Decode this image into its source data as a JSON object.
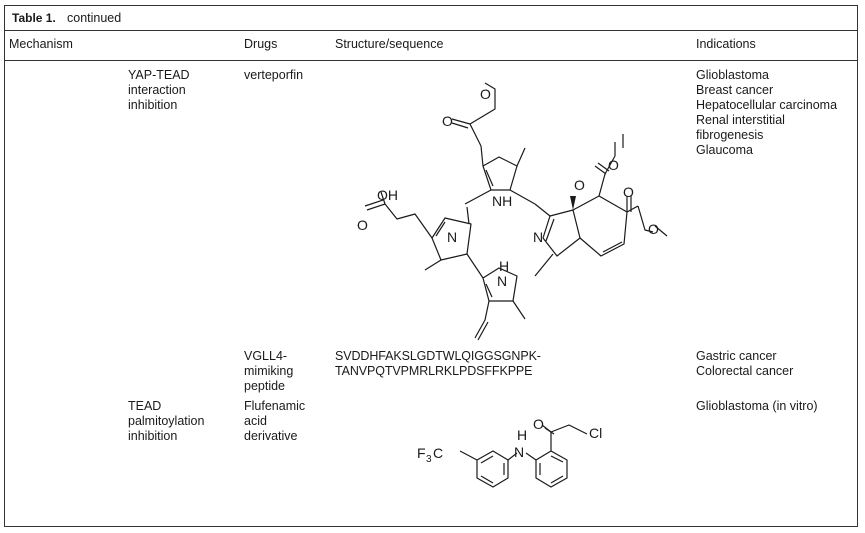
{
  "caption": {
    "label": "Table 1.",
    "continued": "continued"
  },
  "headers": {
    "mechanism": "Mechanism",
    "drugs": "Drugs",
    "structure": "Structure/sequence",
    "indications": "Indications"
  },
  "rows": [
    {
      "mechanism_lines": [
        "YAP-TEAD",
        "interaction",
        "inhibition"
      ],
      "drug_lines": [
        "verteporfin"
      ],
      "structure_labels": [
        "O",
        "O",
        "OH",
        "O",
        "O",
        "O",
        "O",
        "O",
        "N",
        "N",
        "NH",
        "H",
        "N"
      ],
      "indications": [
        "Glioblastoma",
        "Breast cancer",
        "Hepatocellular carcinoma",
        "Renal interstitial",
        "fibrogenesis",
        "Glaucoma"
      ]
    },
    {
      "drug_lines": [
        "VGLL4-",
        "mimiking",
        "peptide"
      ],
      "sequence_lines": [
        "SVDDHFAKSLGDTWLQIGGSGNPK-",
        "TANVPQTVPMRLRKLPDSFFKPPE"
      ],
      "indications": [
        "Gastric cancer",
        "Colorectal cancer"
      ]
    },
    {
      "mechanism_lines": [
        "TEAD",
        "palmitoylation",
        "inhibition"
      ],
      "drug_lines": [
        "Flufenamic",
        "acid",
        "derivative"
      ],
      "structure_labels": [
        "O",
        "Cl",
        "H",
        "N",
        "F",
        "3",
        "C"
      ],
      "indications": [
        "Glioblastoma (in vitro)"
      ]
    }
  ]
}
